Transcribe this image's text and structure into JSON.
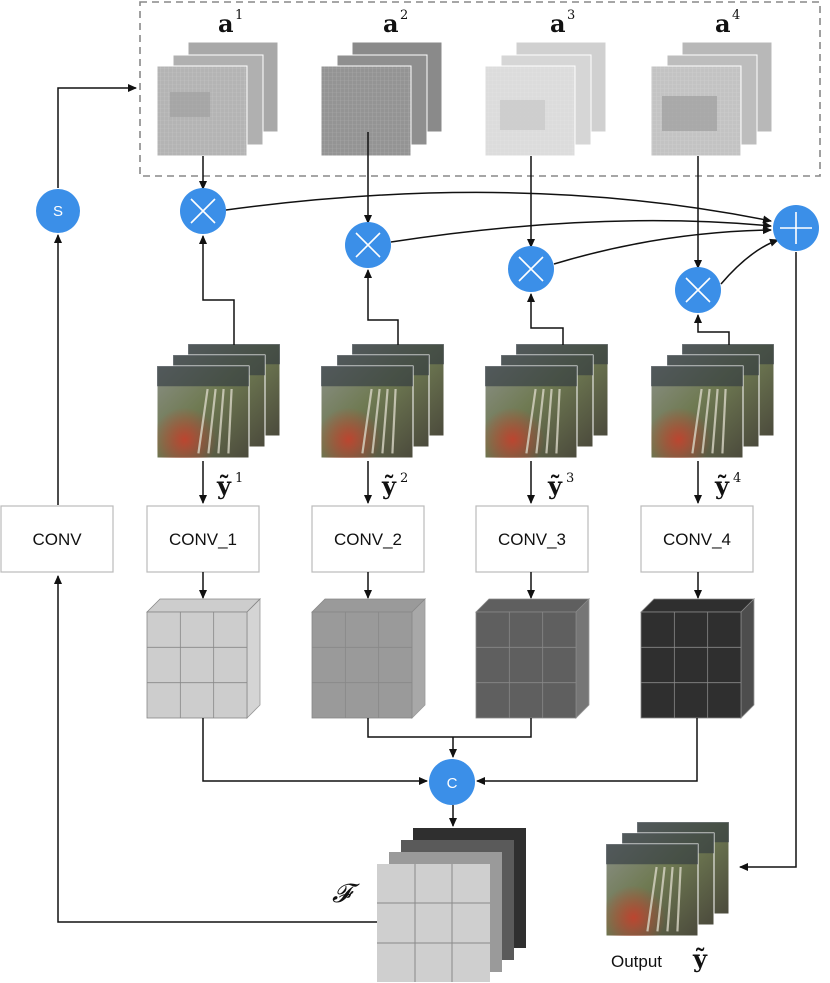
{
  "attention_maps": [
    {
      "base": "a",
      "sup": "1"
    },
    {
      "base": "a",
      "sup": "2"
    },
    {
      "base": "a",
      "sup": "3"
    },
    {
      "base": "a",
      "sup": "4"
    }
  ],
  "intermediate_outputs": [
    {
      "base": "ỹ",
      "sup": "1"
    },
    {
      "base": "ỹ",
      "sup": "2"
    },
    {
      "base": "ỹ",
      "sup": "3"
    },
    {
      "base": "ỹ",
      "sup": "4"
    }
  ],
  "conv_branches": [
    "CONV_1",
    "CONV_2",
    "CONV_3",
    "CONV_4"
  ],
  "conv_main": "CONV",
  "softmax_symbol": "S",
  "concat_symbol": "C",
  "feature_symbol": "𝓕",
  "output": {
    "label": "Output",
    "symbol": "ỹ"
  },
  "colors": {
    "node_blue": "#3b8fe8",
    "cube_shades": [
      "#cdcdcd",
      "#9a9a9a",
      "#5f5f5f",
      "#2f2f2f"
    ]
  }
}
